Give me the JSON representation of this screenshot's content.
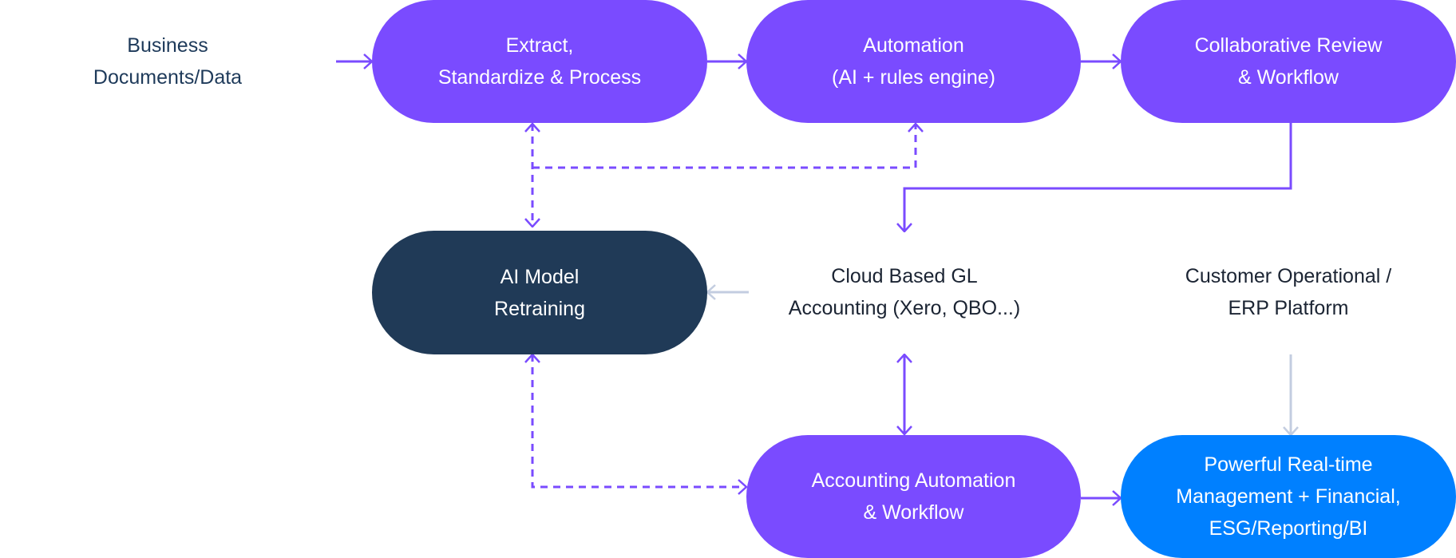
{
  "colors": {
    "primary_purple": "#7a4bff",
    "navy": "#203a57",
    "bright_blue": "#0080ff",
    "muted_arrow": "#c3cde0",
    "text_dark": "#1b2433",
    "text_navy": "#1e3a5a"
  },
  "nodes": {
    "source": {
      "lines": [
        "Business",
        "Documents/Data"
      ]
    },
    "extract": {
      "lines": [
        "Extract,",
        "Standardize & Process"
      ]
    },
    "automation": {
      "lines": [
        "Automation",
        "(AI + rules engine)"
      ]
    },
    "review": {
      "lines": [
        "Collaborative Review",
        "& Workflow"
      ]
    },
    "retraining": {
      "lines": [
        "AI Model",
        "Retraining"
      ]
    },
    "cloud_gl": {
      "lines": [
        "Cloud Based GL",
        "Accounting (Xero, QBO...)"
      ]
    },
    "erp": {
      "lines": [
        "Customer Operational /",
        "ERP Platform"
      ]
    },
    "accounting": {
      "lines": [
        "Accounting Automation",
        "& Workflow"
      ]
    },
    "reporting": {
      "lines": [
        "Powerful Real-time",
        "Management + Financial,",
        "ESG/Reporting/BI"
      ]
    }
  },
  "edges": [
    {
      "from": "source",
      "to": "extract",
      "style": "solid"
    },
    {
      "from": "extract",
      "to": "automation",
      "style": "solid"
    },
    {
      "from": "automation",
      "to": "review",
      "style": "solid"
    },
    {
      "from": "review",
      "to": "cloud_gl",
      "style": "solid"
    },
    {
      "from": "extract",
      "to": "retraining",
      "style": "dashed-bidirectional"
    },
    {
      "from": "retraining",
      "to": "automation",
      "style": "dashed"
    },
    {
      "from": "cloud_gl",
      "to": "retraining",
      "style": "muted"
    },
    {
      "from": "cloud_gl",
      "to": "accounting",
      "style": "solid-bidirectional"
    },
    {
      "from": "retraining",
      "to": "accounting",
      "style": "dashed-bidirectional"
    },
    {
      "from": "accounting",
      "to": "reporting",
      "style": "solid"
    },
    {
      "from": "erp",
      "to": "reporting",
      "style": "muted"
    }
  ]
}
